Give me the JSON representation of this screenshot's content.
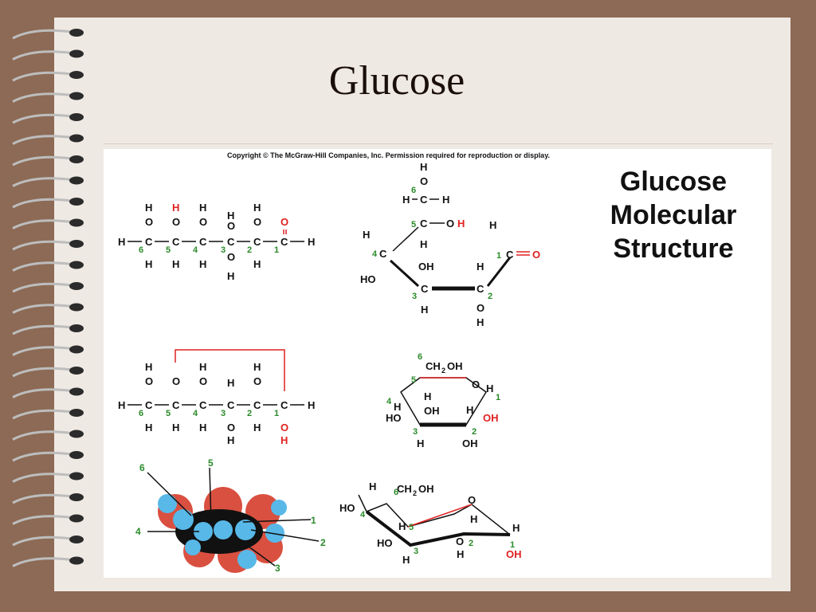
{
  "slide": {
    "title": "Glucose"
  },
  "figure": {
    "copyright": "Copyright © The McGraw-Hill Companies, Inc. Permission required for reproduction or display.",
    "heading_line1": "Glucose",
    "heading_line2": "Molecular",
    "heading_line3": "Structure"
  },
  "colors": {
    "background": "#8c6a55",
    "slide": "#efe9e3",
    "highlight_red": "#e02020",
    "number_green": "#2a8a2a"
  }
}
